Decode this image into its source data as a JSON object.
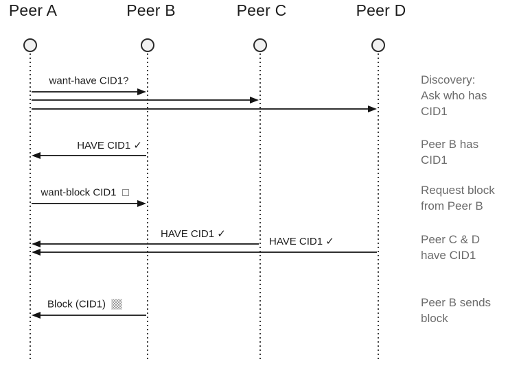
{
  "peers": [
    {
      "name": "Peer A"
    },
    {
      "name": "Peer B"
    },
    {
      "name": "Peer C"
    },
    {
      "name": "Peer D"
    }
  ],
  "messages": [
    {
      "label": "want-have CID1?",
      "from": "Peer A",
      "to": "Peer B"
    },
    {
      "label": "",
      "from": "Peer A",
      "to": "Peer C"
    },
    {
      "label": "",
      "from": "Peer A",
      "to": "Peer D"
    },
    {
      "label": "HAVE CID1 ✓",
      "from": "Peer B",
      "to": "Peer A"
    },
    {
      "label": "want-block CID1",
      "icon": "empty-block-icon",
      "from": "Peer A",
      "to": "Peer B"
    },
    {
      "label": "HAVE CID1 ✓",
      "from": "Peer C",
      "to": "Peer A"
    },
    {
      "label": "HAVE CID1 ✓",
      "from": "Peer D",
      "to": "Peer A"
    },
    {
      "label": "Block (CID1)",
      "icon": "block-data-icon",
      "from": "Peer B",
      "to": "Peer A"
    }
  ],
  "annotations": [
    {
      "lines": [
        "Discovery:",
        "Ask who has",
        "CID1"
      ]
    },
    {
      "lines": [
        "Peer B has",
        "CID1"
      ]
    },
    {
      "lines": [
        "Request block",
        "from Peer B"
      ]
    },
    {
      "lines": [
        "Peer C & D",
        "have CID1"
      ]
    },
    {
      "lines": [
        "Peer B sends",
        "block"
      ]
    }
  ],
  "colors": {
    "ink": "#1d1d1d",
    "muted_text": "#6b6b6b",
    "circle_fill": "#f1f1f1"
  }
}
